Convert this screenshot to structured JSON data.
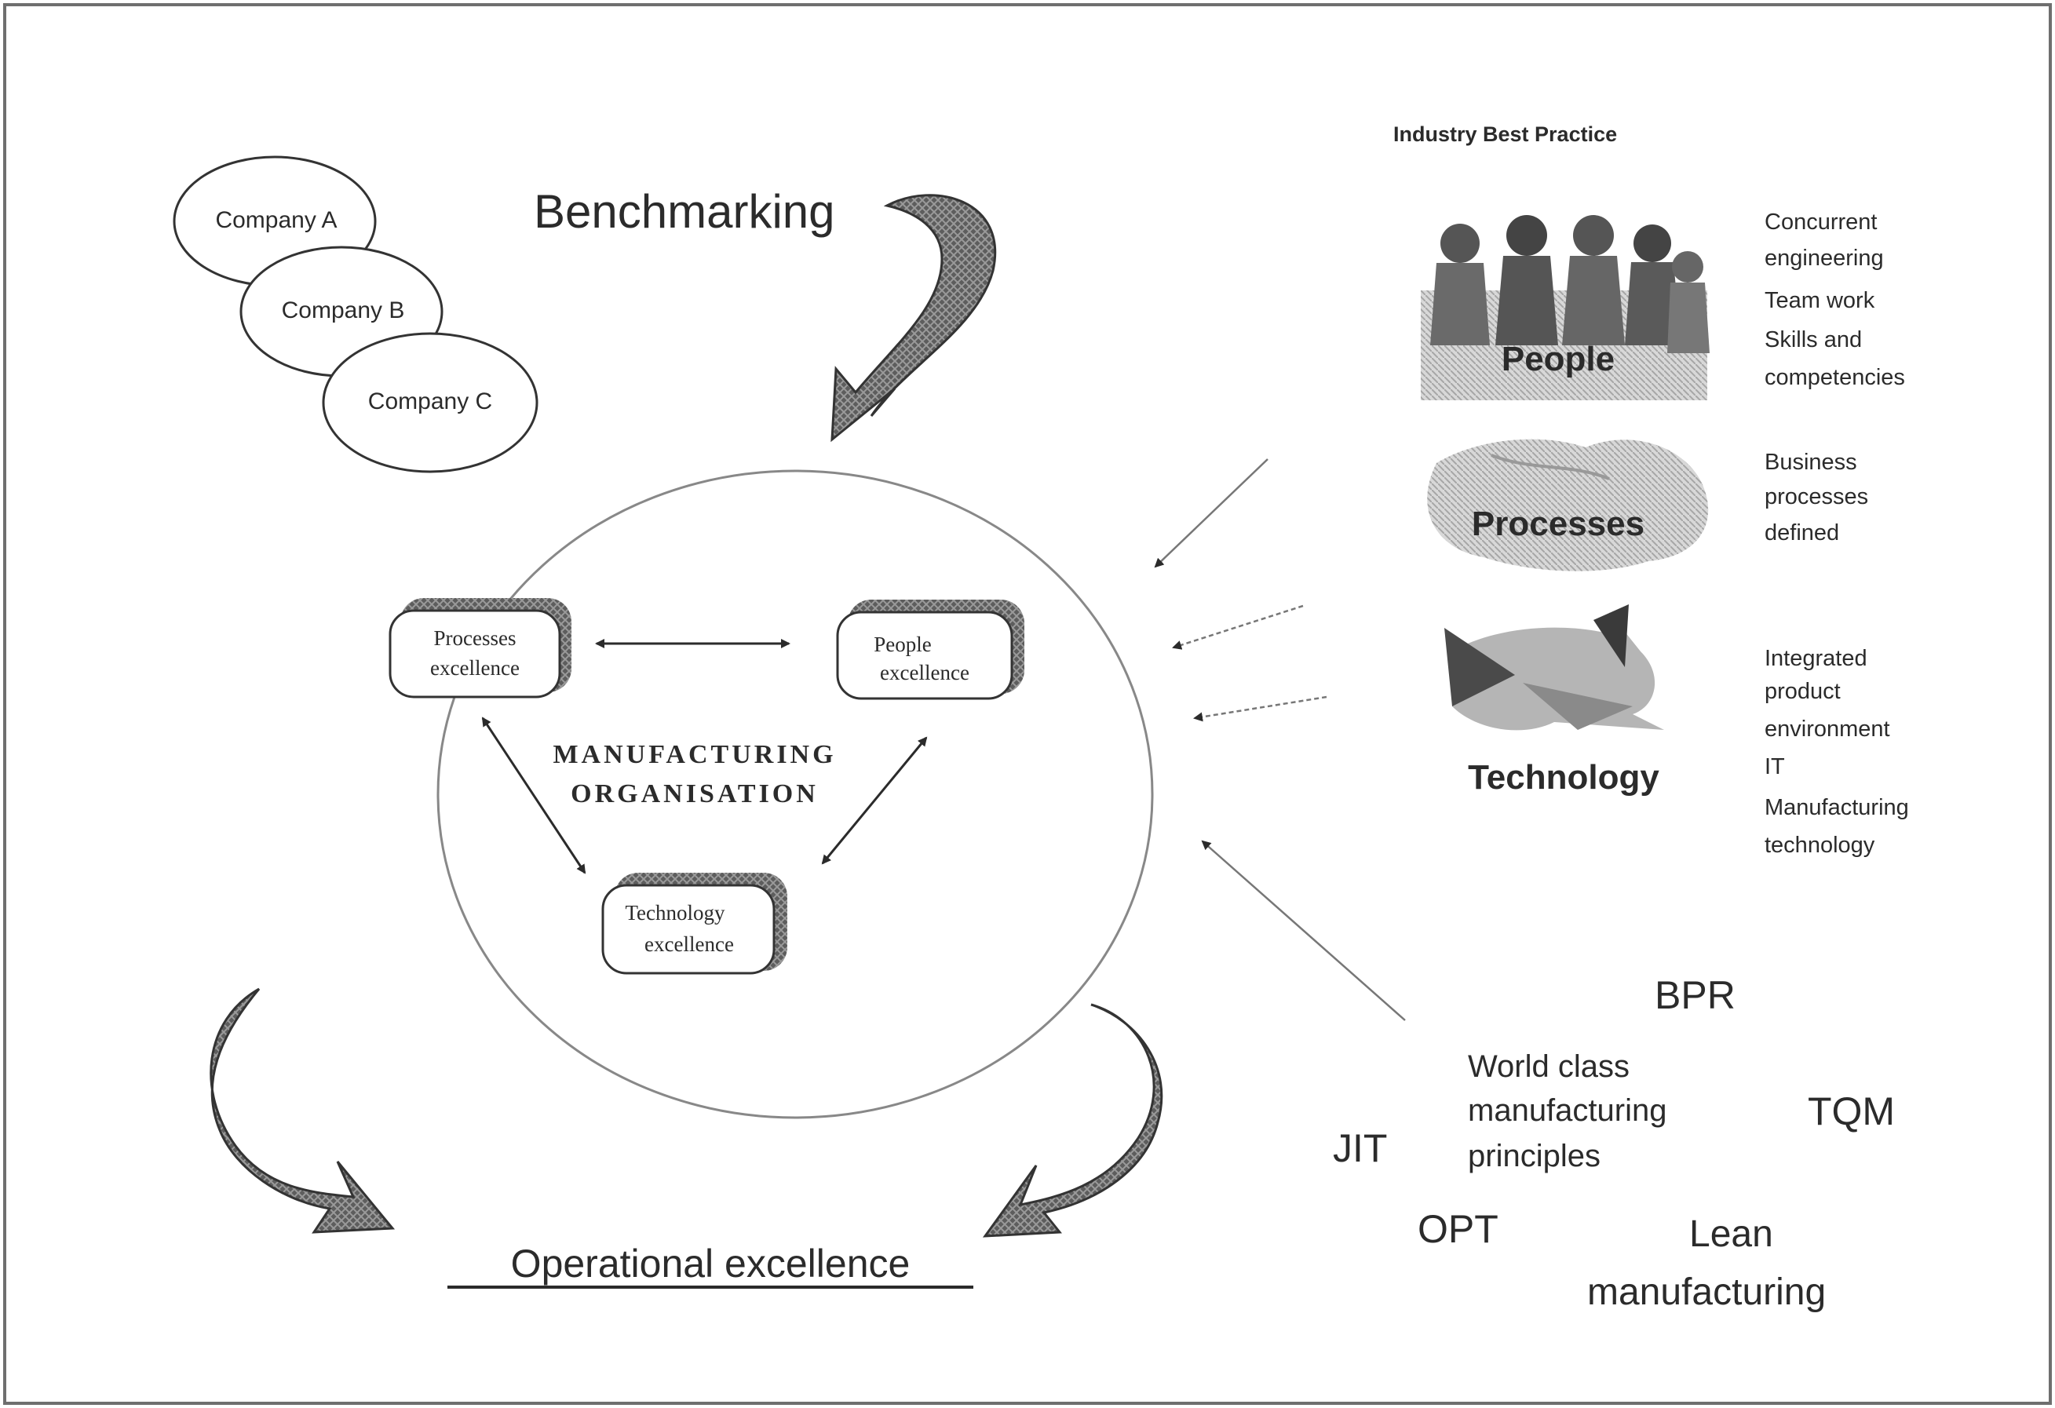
{
  "benchmarking": {
    "label": "Benchmarking",
    "companies": [
      "Company A",
      "Company B",
      "Company C"
    ]
  },
  "organisation": {
    "line1": "MANUFACTURING",
    "line2": "ORGANISATION",
    "nodes": {
      "processes": [
        "Processes",
        "excellence"
      ],
      "people": [
        "People",
        "excellence"
      ],
      "technology": [
        "Technology",
        "excellence"
      ]
    }
  },
  "best_practice": {
    "title": "Industry Best Practice",
    "people": {
      "label": "People",
      "items": [
        "Concurrent",
        "engineering",
        "Team work",
        "Skills and",
        "competencies"
      ]
    },
    "processes": {
      "label": "Processes",
      "items": [
        "Business",
        "processes",
        "defined"
      ]
    },
    "technology": {
      "label": "Technology",
      "items": [
        "Integrated",
        "product",
        "environment",
        "IT",
        "Manufacturing",
        "technology"
      ]
    }
  },
  "principles": {
    "bpr": "BPR",
    "wcm": [
      "World class",
      "manufacturing",
      "principles"
    ],
    "tqm": "TQM",
    "jit": "JIT",
    "opt": "OPT",
    "lean": [
      "Lean",
      "manufacturing"
    ]
  },
  "footer": {
    "label": "Operational excellence"
  }
}
